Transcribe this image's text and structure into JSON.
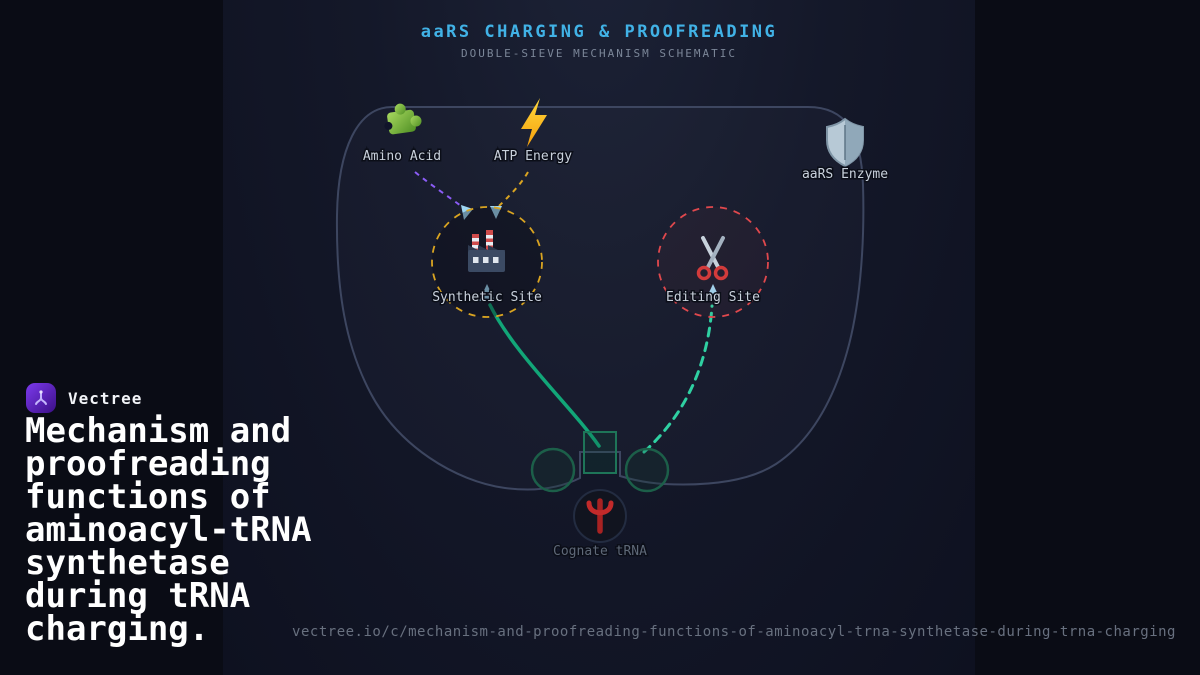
{
  "header": {
    "title": "aaRS CHARGING & PROOFREADING",
    "subtitle": "DOUBLE-SIEVE MECHANISM SCHEMATIC"
  },
  "diagram": {
    "inputs": [
      {
        "id": "amino-acid",
        "label": "Amino Acid",
        "icon": "puzzle-icon"
      },
      {
        "id": "atp-energy",
        "label": "ATP Energy",
        "icon": "lightning-icon"
      },
      {
        "id": "aars-enzyme",
        "label": "aaRS Enzyme",
        "icon": "shield-icon"
      }
    ],
    "sites": [
      {
        "id": "synthetic",
        "label": "Synthetic Site",
        "icon": "factory-icon",
        "ring_color": "#d9a421"
      },
      {
        "id": "editing",
        "label": "Editing Site",
        "icon": "scissors-icon",
        "ring_color": "#e0484d"
      }
    ],
    "trna": {
      "label": "Cognate tRNA",
      "icon": "anticodon-icon"
    },
    "colors": {
      "amino_acid_path": "#8b5cf6",
      "atp_path": "#d9a421",
      "charging_path": "#12a678",
      "editing_path": "#2fd0a2",
      "arrowhead": "#9fd6f2",
      "enzyme_outline": "#3d4660",
      "title": "#41b2e6"
    }
  },
  "brand": {
    "name": "Vectree",
    "headline": "Mechanism and proofreading functions of aminoacyl-tRNA synthetase during tRNA charging."
  },
  "footer": {
    "url": "vectree.io/c/mechanism-and-proofreading-functions-of-aminoacyl-trna-synthetase-during-trna-charging"
  }
}
